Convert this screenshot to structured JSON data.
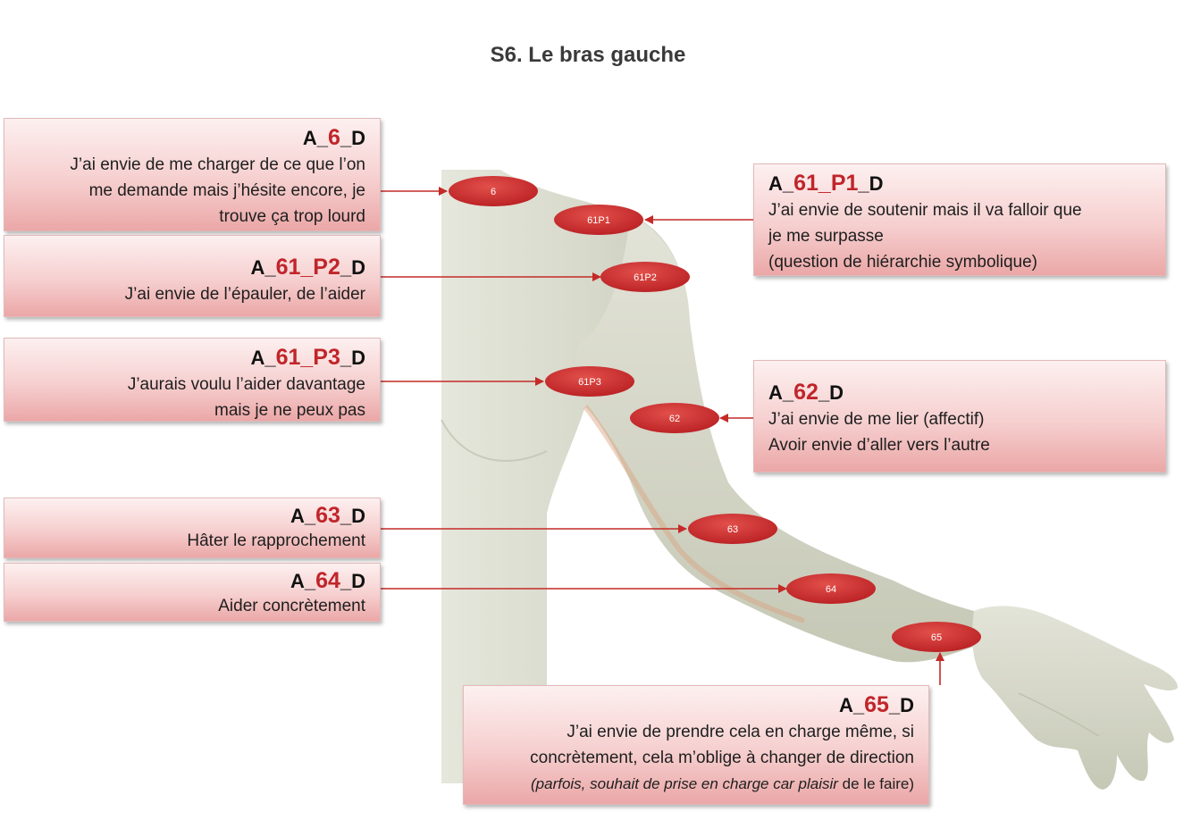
{
  "title": "S6. Le bras gauche",
  "markers": [
    "6",
    "61P1",
    "61P2",
    "61P3",
    "62",
    "63",
    "64",
    "65"
  ],
  "callouts": {
    "a6": {
      "prefix": "A_",
      "num": "6",
      "suffix": "_D",
      "lines": [
        "J’ai envie de me charger de ce que l’on",
        "me demande mais j’hésite encore, je",
        "trouve ça trop lourd"
      ]
    },
    "a61p1": {
      "prefix": "A_",
      "num": "61_P1",
      "suffix": "_D",
      "lines": [
        "J’ai envie de soutenir mais il va falloir que",
        "je me surpasse",
        "(question de hiérarchie symbolique)"
      ]
    },
    "a61p2": {
      "prefix": "A_",
      "num": "61_P2",
      "suffix": "_D",
      "lines": [
        "J’ai envie de l’épauler, de l’aider"
      ]
    },
    "a61p3": {
      "prefix": "A_",
      "num": "61_P3",
      "suffix": "_D",
      "lines": [
        "J’aurais voulu l’aider davantage",
        "mais je ne peux pas"
      ]
    },
    "a62": {
      "prefix": "A_",
      "num": "62",
      "suffix": "_D",
      "lines": [
        "J’ai envie de me lier (affectif)",
        "Avoir envie d’aller vers l’autre"
      ]
    },
    "a63": {
      "prefix": "A_",
      "num": "63",
      "suffix": "_D",
      "lines": [
        "Hâter le rapprochement"
      ]
    },
    "a64": {
      "prefix": "A_",
      "num": "64",
      "suffix": "_D",
      "lines": [
        "Aider concrètement"
      ]
    },
    "a65": {
      "prefix": "A_",
      "num": "65",
      "suffix": "_D",
      "lines": [
        "J’ai envie de prendre cela en charge même, si",
        "concrètement, cela m’oblige  à changer de direction"
      ],
      "italic": "(parfois, souhait de prise en charge car plaisir",
      "tail": " de le faire)"
    }
  },
  "colors": {
    "accent": "#c0252a",
    "marker": "#cf2b2b",
    "box_top": "#fdf0f0",
    "box_bottom": "#eba7a7",
    "skin": "#dcddd0"
  }
}
